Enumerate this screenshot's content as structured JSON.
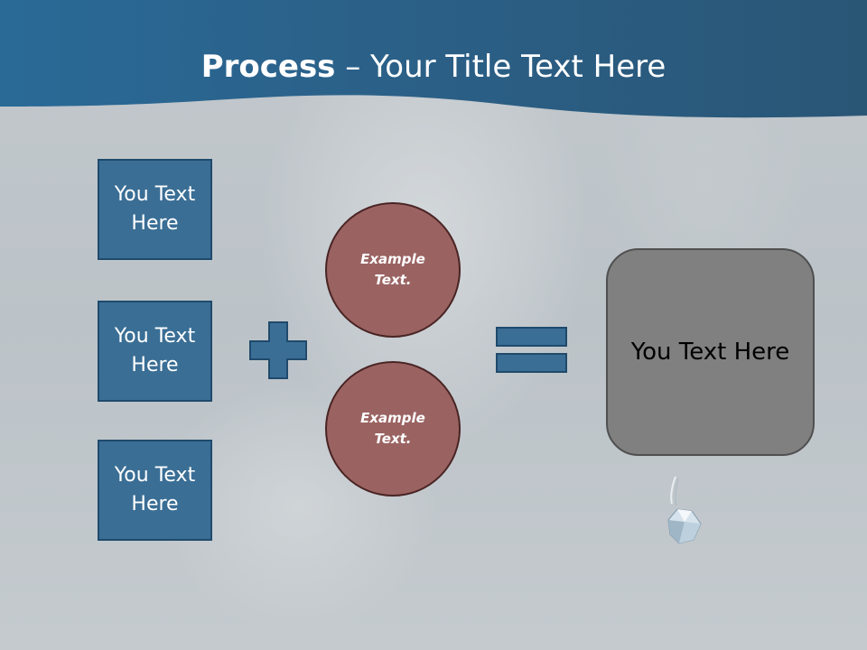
{
  "slide": {
    "title_bold": "Process",
    "title_rest": " – Your Title Text Here",
    "left_boxes": [
      {
        "label": "You Text Here"
      },
      {
        "label": "You Text Here"
      },
      {
        "label": "You Text Here"
      }
    ],
    "circles": [
      {
        "label": "Example Text."
      },
      {
        "label": "Example Text."
      }
    ],
    "result_box": {
      "label": "You Text Here"
    },
    "icons": [
      "plus-icon",
      "equals-icon",
      "gem-icon"
    ]
  },
  "colors": {
    "header_blue": "#2f6a92",
    "box_blue": "#3a6e95",
    "circle_red": "#9a6362",
    "result_gray": "#808080",
    "background": "#bfc6cb"
  }
}
